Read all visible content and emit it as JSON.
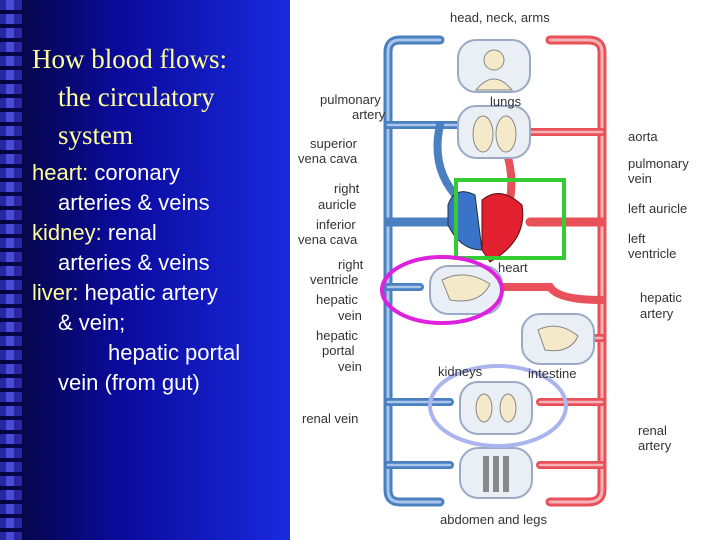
{
  "title": {
    "line1": "How blood flows:",
    "line2": "the circulatory",
    "line3": "system"
  },
  "bullets": {
    "heart_key": "heart:",
    "heart_rest1": " coronary",
    "heart_rest2": "arteries & veins",
    "kidney_key": "kidney:",
    "kidney_rest1": " renal",
    "kidney_rest2": "arteries & veins",
    "liver_key": "liver:",
    "liver_rest1": "  hepatic artery",
    "liver_rest2": "& vein;",
    "liver_rest3": "hepatic portal",
    "liver_rest4": "vein (from gut)"
  },
  "diagram": {
    "labels": {
      "head": "head, neck, arms",
      "pulmonary_artery_1": "pulmonary",
      "pulmonary_artery_2": "artery",
      "lungs": "lungs",
      "superior_vc_1": "superior",
      "superior_vc_2": "vena cava",
      "aorta": "aorta",
      "pulmonary_vein_1": "pulmonary",
      "pulmonary_vein_2": "vein",
      "right_auricle_1": "right",
      "right_auricle_2": "auricle",
      "left_auricle": "left auricle",
      "inferior_vc_1": "inferior",
      "inferior_vc_2": "vena cava",
      "left_ventricle_1": "left",
      "left_ventricle_2": "ventricle",
      "right_ventricle_1": "right",
      "right_ventricle_2": "ventricle",
      "heart": "heart",
      "hepatic_vein_1": "hepatic",
      "hepatic_vein_2": "vein",
      "hepatic_artery_1": "hepatic",
      "hepatic_artery_2": "artery",
      "hepatic_portal_1": "hepatic",
      "hepatic_portal_2": "portal",
      "hepatic_portal_3": "vein",
      "kidneys": "kidneys",
      "intestine": "intestine",
      "renal_vein": "renal vein",
      "renal_artery_1": "renal",
      "renal_artery_2": "artery",
      "abdomen": "abdomen and legs"
    },
    "colors": {
      "artery": "#e8505a",
      "vein": "#4a7fc0",
      "heart_highlight": "#33cc33",
      "liver_highlight": "#dd22dd",
      "kidney_highlight": "#aab4ee"
    }
  }
}
